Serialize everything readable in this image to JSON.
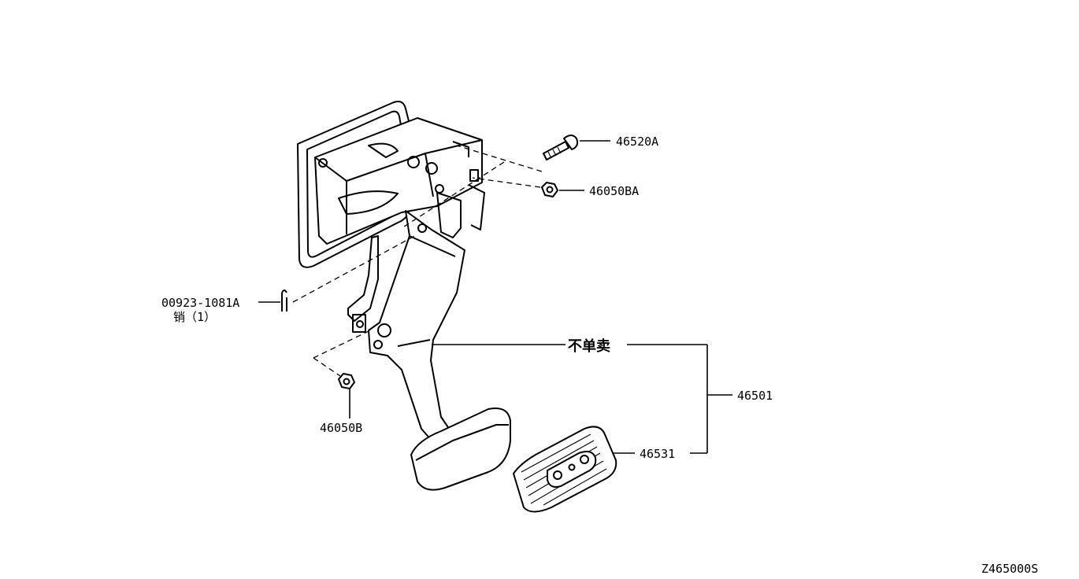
{
  "diagram_id": "Z465000S",
  "note_not_sold_separately": "不单卖",
  "callouts": [
    {
      "id": "46520A",
      "text": "46520A"
    },
    {
      "id": "46050BA",
      "text": "46050BA"
    },
    {
      "id": "00923-1081A",
      "text": "00923-1081A",
      "sub": "销（1）"
    },
    {
      "id": "46050B",
      "text": "46050B"
    },
    {
      "id": "46501",
      "text": "46501"
    },
    {
      "id": "46531",
      "text": "46531"
    }
  ]
}
